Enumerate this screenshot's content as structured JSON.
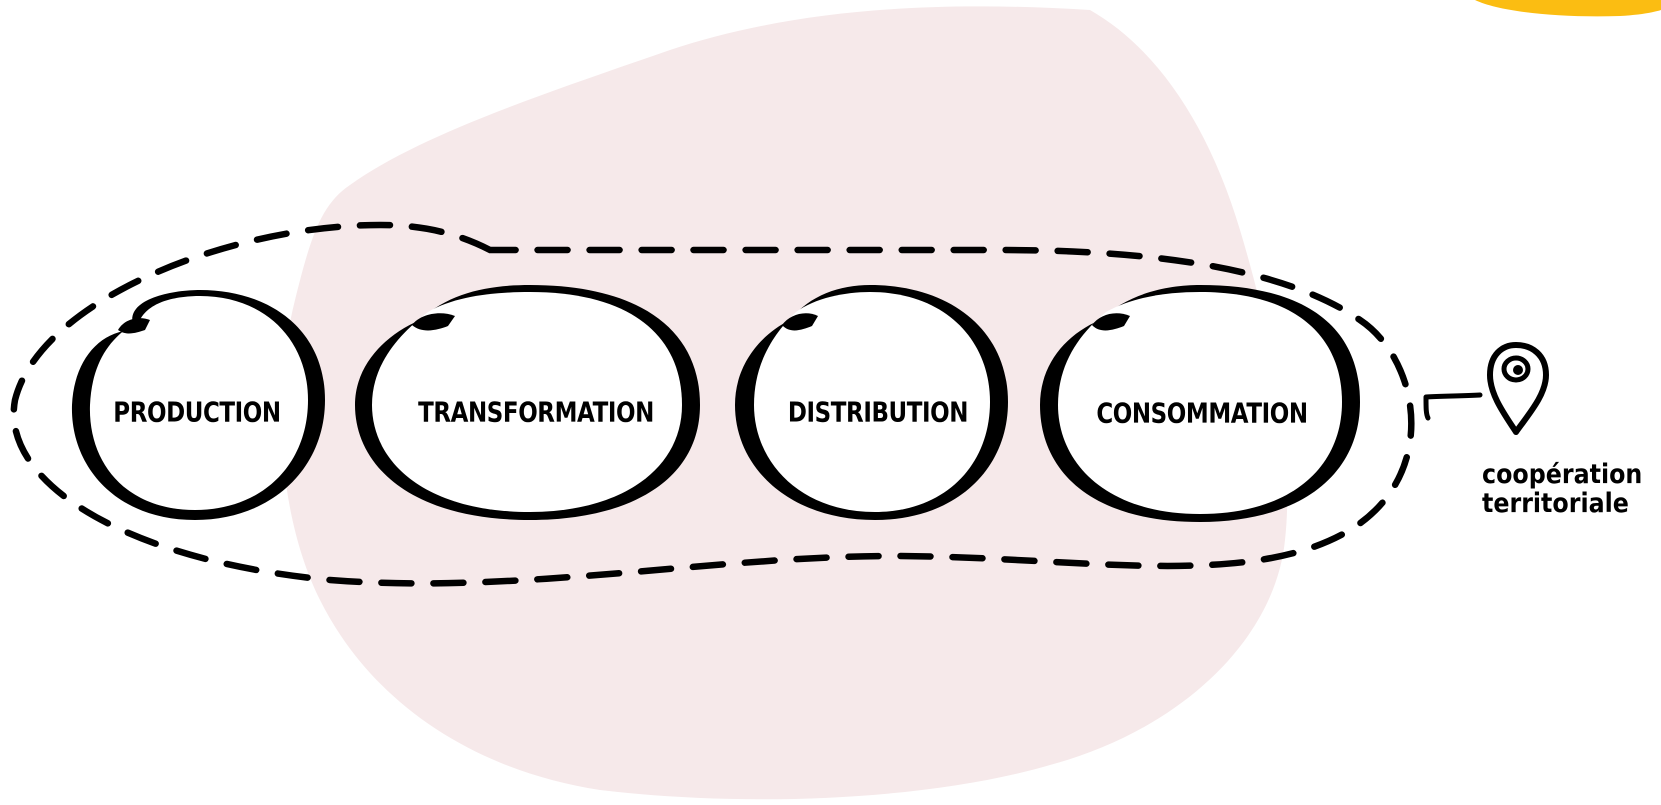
{
  "diagram": {
    "stages": [
      {
        "id": "production",
        "label": "PRODUCTION"
      },
      {
        "id": "transformation",
        "label": "TRANSFORMATION"
      },
      {
        "id": "distribution",
        "label": "DISTRIBUTION"
      },
      {
        "id": "consommation",
        "label": "CONSOMMATION"
      }
    ],
    "cooperation": {
      "line1": "coopération",
      "line2": "territoriale",
      "icon": "map-pin-icon"
    }
  },
  "colors": {
    "background": "#ffffff",
    "blob": "#f6e9ea",
    "accent": "#fbbd12",
    "stroke": "#000000"
  }
}
